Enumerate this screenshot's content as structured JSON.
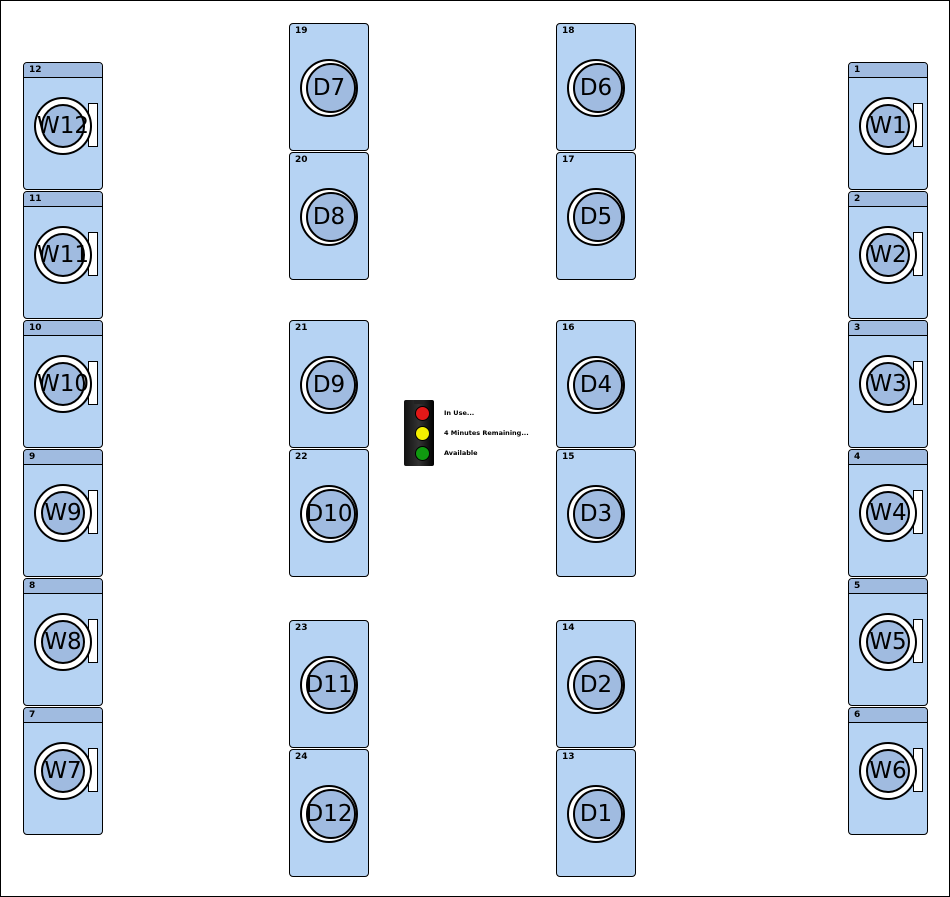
{
  "colors": {
    "machine_fill": "#b6d3f3",
    "door_glass": "#a0bbe0",
    "light_red": "#e31818",
    "light_yellow": "#f4f000",
    "light_green": "#109a10"
  },
  "washers_right": [
    {
      "number": "1",
      "label": "W1"
    },
    {
      "number": "2",
      "label": "W2"
    },
    {
      "number": "3",
      "label": "W3"
    },
    {
      "number": "4",
      "label": "W4"
    },
    {
      "number": "5",
      "label": "W5"
    },
    {
      "number": "6",
      "label": "W6"
    }
  ],
  "washers_left": [
    {
      "number": "12",
      "label": "W12"
    },
    {
      "number": "11",
      "label": "W11"
    },
    {
      "number": "10",
      "label": "W10"
    },
    {
      "number": "9",
      "label": "W9"
    },
    {
      "number": "8",
      "label": "W8"
    },
    {
      "number": "7",
      "label": "W7"
    }
  ],
  "dryers_left": [
    {
      "number": "19",
      "label": "D7"
    },
    {
      "number": "20",
      "label": "D8"
    },
    {
      "number": "21",
      "label": "D9"
    },
    {
      "number": "22",
      "label": "D10"
    },
    {
      "number": "23",
      "label": "D11"
    },
    {
      "number": "24",
      "label": "D12"
    }
  ],
  "dryers_right": [
    {
      "number": "18",
      "label": "D6"
    },
    {
      "number": "17",
      "label": "D5"
    },
    {
      "number": "16",
      "label": "D4"
    },
    {
      "number": "15",
      "label": "D3"
    },
    {
      "number": "14",
      "label": "D2"
    },
    {
      "number": "13",
      "label": "D1"
    }
  ],
  "legend": {
    "in_use": "In Use...",
    "minutes_remaining": "4 Minutes Remaining...",
    "available": "Available",
    "icon": "traffic-light-icon"
  }
}
